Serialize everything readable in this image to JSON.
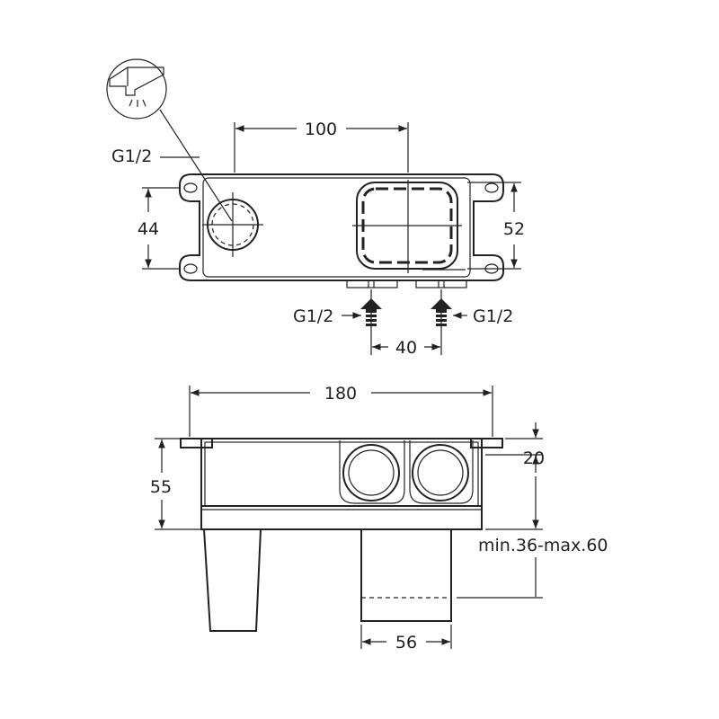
{
  "labels": {
    "dim_100": "100",
    "dim_44": "44",
    "dim_52": "52",
    "dim_40": "40",
    "dim_180": "180",
    "dim_55": "55",
    "dim_20": "20",
    "dim_56": "56",
    "thread_outlet": "G1/2",
    "thread_inlet_left": "G1/2",
    "thread_inlet_right": "G1/2",
    "depth_range": "min.36-max.60"
  },
  "icons": {
    "spout_icon": "spout-with-water-icon",
    "inlet_arrow": "arrow-up-icon"
  },
  "colors": {
    "line": "#222222",
    "background": "#ffffff"
  }
}
